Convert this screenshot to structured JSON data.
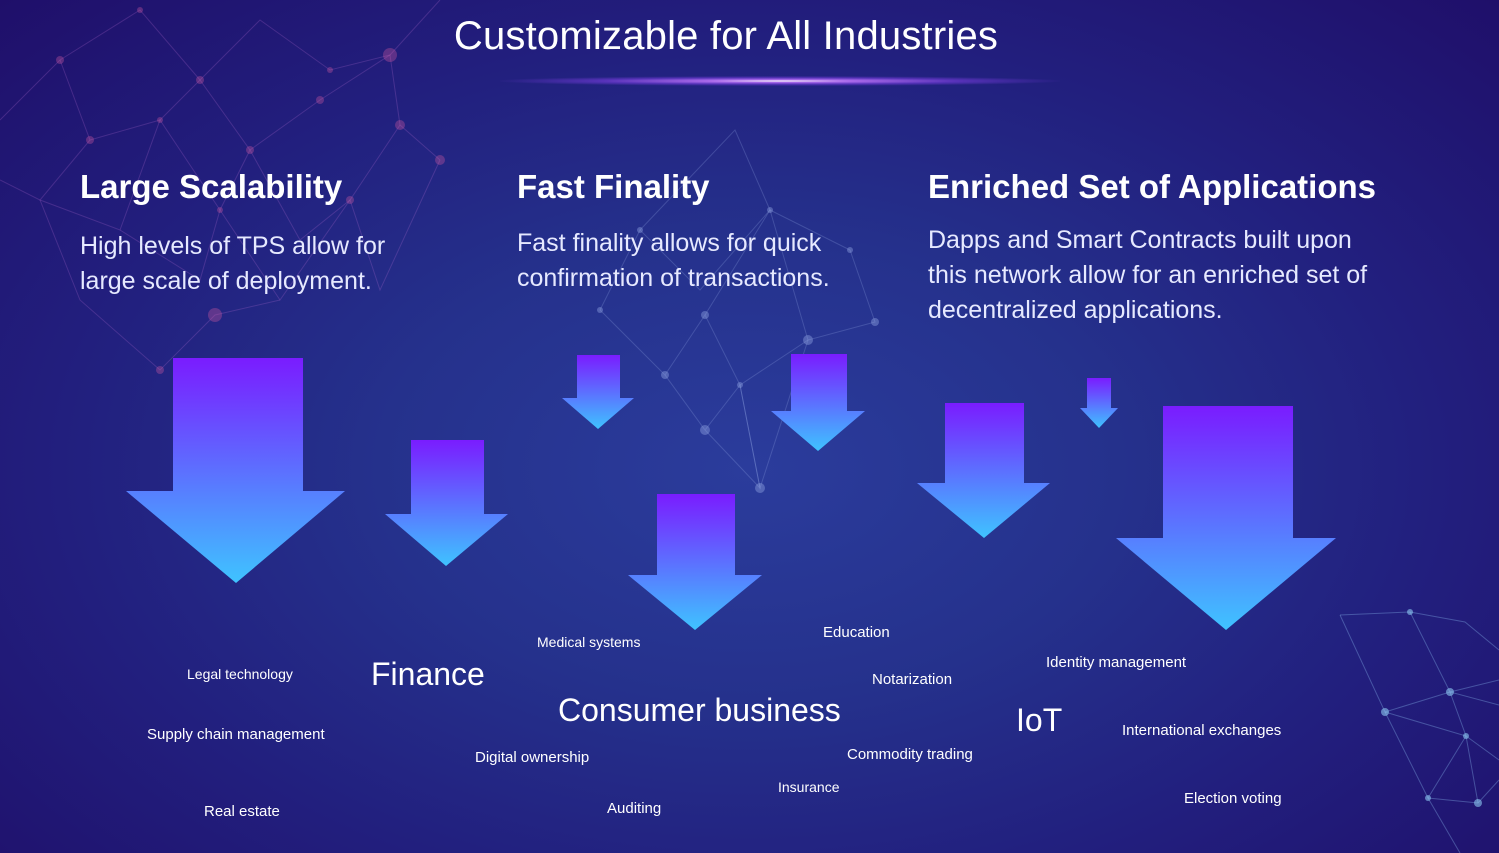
{
  "title": "Customizable for All Industries",
  "columns": [
    {
      "heading": "Large Scalability",
      "description_lines": [
        "High levels of TPS allow for",
        "large scale of deployment."
      ]
    },
    {
      "heading": "Fast Finality",
      "description_lines": [
        "Fast finality allows for quick",
        "confirmation of transactions."
      ]
    },
    {
      "heading": "Enriched Set of Applications",
      "description_lines": [
        "Dapps and Smart Contracts built upon",
        "this network allow for an enriched set of",
        "decentralized applications."
      ]
    }
  ],
  "industries": {
    "legal_technology": "Legal technology",
    "finance": "Finance",
    "supply_chain_management": "Supply chain management",
    "real_estate": "Real estate",
    "medical_systems": "Medical systems",
    "consumer_business": "Consumer business",
    "digital_ownership": "Digital ownership",
    "auditing": "Auditing",
    "education": "Education",
    "notarization": "Notarization",
    "commodity_trading": "Commodity trading",
    "insurance": "Insurance",
    "iot": "IoT",
    "identity_management": "Identity management",
    "international_exchanges": "International exchanges",
    "election_voting": "Election voting"
  },
  "colors": {
    "arrow_top": "#7a1cff",
    "arrow_bottom": "#3fc3ff",
    "background_dark": "#1f0f6a",
    "background_mid": "#2b3c9c"
  }
}
